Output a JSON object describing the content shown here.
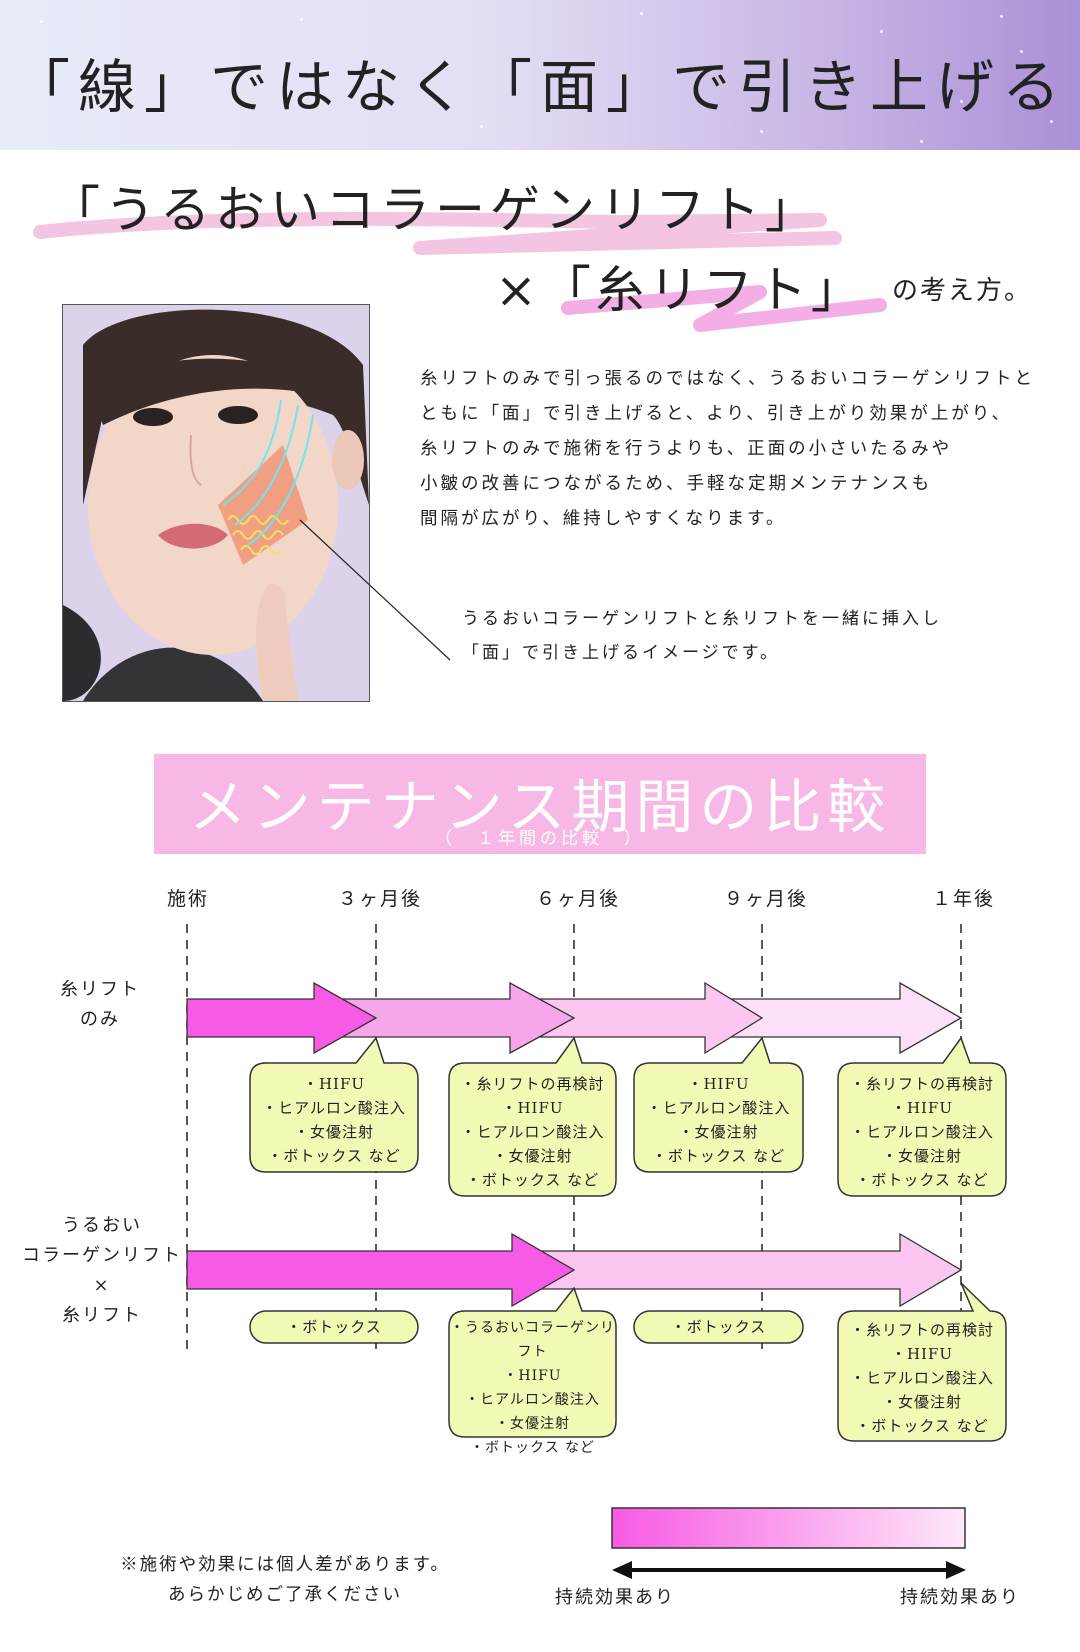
{
  "header": {
    "title": "「線」ではなく「面」で引き上げる"
  },
  "headline": {
    "line1": "「うるおいコラーゲンリフト」",
    "line2": "×「糸リフト」",
    "line2_suffix": "の考え方。"
  },
  "description": "糸リフトのみで引っ張るのではなく、うるおいコラーゲンリフトとともに「面」で引き上げると、より、引き上がり効果が上がり、糸リフトのみで施術を行うよりも、正面の小さいたるみや小皺の改善につながるため、手軽な定期メンテナンスも間隔が広がり、維持しやすくなります。",
  "description_lines": [
    "糸リフトのみで引っ張るのではなく、うるおいコラーゲンリフトと",
    "ともに「面」で引き上げると、より、引き上がり効果が上がり、",
    "糸リフトのみで施術を行うよりも、正面の小さいたるみや",
    "小皺の改善につながるため、手軽な定期メンテナンスも",
    "間隔が広がり、維持しやすくなります。"
  ],
  "caption_lines": [
    "うるおいコラーゲンリフトと糸リフトを一緒に挿入し",
    "「面」で引き上げるイメージです。"
  ],
  "banner": {
    "title": "メンテナンス期間の比較",
    "subtitle": "（　１年間の比較　）"
  },
  "timeline": {
    "ticks": [
      "施術",
      "３ヶ月後",
      "６ヶ月後",
      "９ヶ月後",
      "１年後"
    ],
    "rows": [
      {
        "label_lines": [
          "糸リフト",
          "のみ"
        ],
        "bubbles": [
          [
            "・HIFU",
            "・ヒアルロン酸注入",
            "・女優注射",
            "・ボトックス など"
          ],
          [
            "・糸リフトの再検討",
            "・HIFU",
            "・ヒアルロン酸注入",
            "・女優注射",
            "・ボトックス など"
          ],
          [
            "・HIFU",
            "・ヒアルロン酸注入",
            "・女優注射",
            "・ボトックス など"
          ],
          [
            "・糸リフトの再検討",
            "・HIFU",
            "・ヒアルロン酸注入",
            "・女優注射",
            "・ボトックス など"
          ]
        ]
      },
      {
        "label_lines": [
          "うるおい",
          "コラーゲンリフト",
          "×",
          "糸リフト"
        ],
        "bubbles": [
          [
            "・ボトックス"
          ],
          [
            "・うるおいコラーゲンリフト",
            "・HIFU",
            "・ヒアルロン酸注入",
            "・女優注射",
            "・ボトックス など"
          ],
          [
            "・ボトックス"
          ],
          [
            "・糸リフトの再検討",
            "・HIFU",
            "・ヒアルロン酸注入",
            "・女優注射",
            "・ボトックス など"
          ]
        ]
      }
    ]
  },
  "note_lines": [
    "※施術や効果には個人差があります。",
    "あらかじめご了承ください"
  ],
  "legend": {
    "left_label": "持続効果あり",
    "right_label": "持続効果あり"
  },
  "colors": {
    "arrow_strong": "#f75ae4",
    "arrow_mid": "#f8a6ec",
    "arrow_light": "#fbc6f2",
    "arrow_pale": "#fde0f8",
    "bubble_fill": "#f2f9b5",
    "banner": "#f7b8e6",
    "scribble": "#f2b9dc"
  }
}
